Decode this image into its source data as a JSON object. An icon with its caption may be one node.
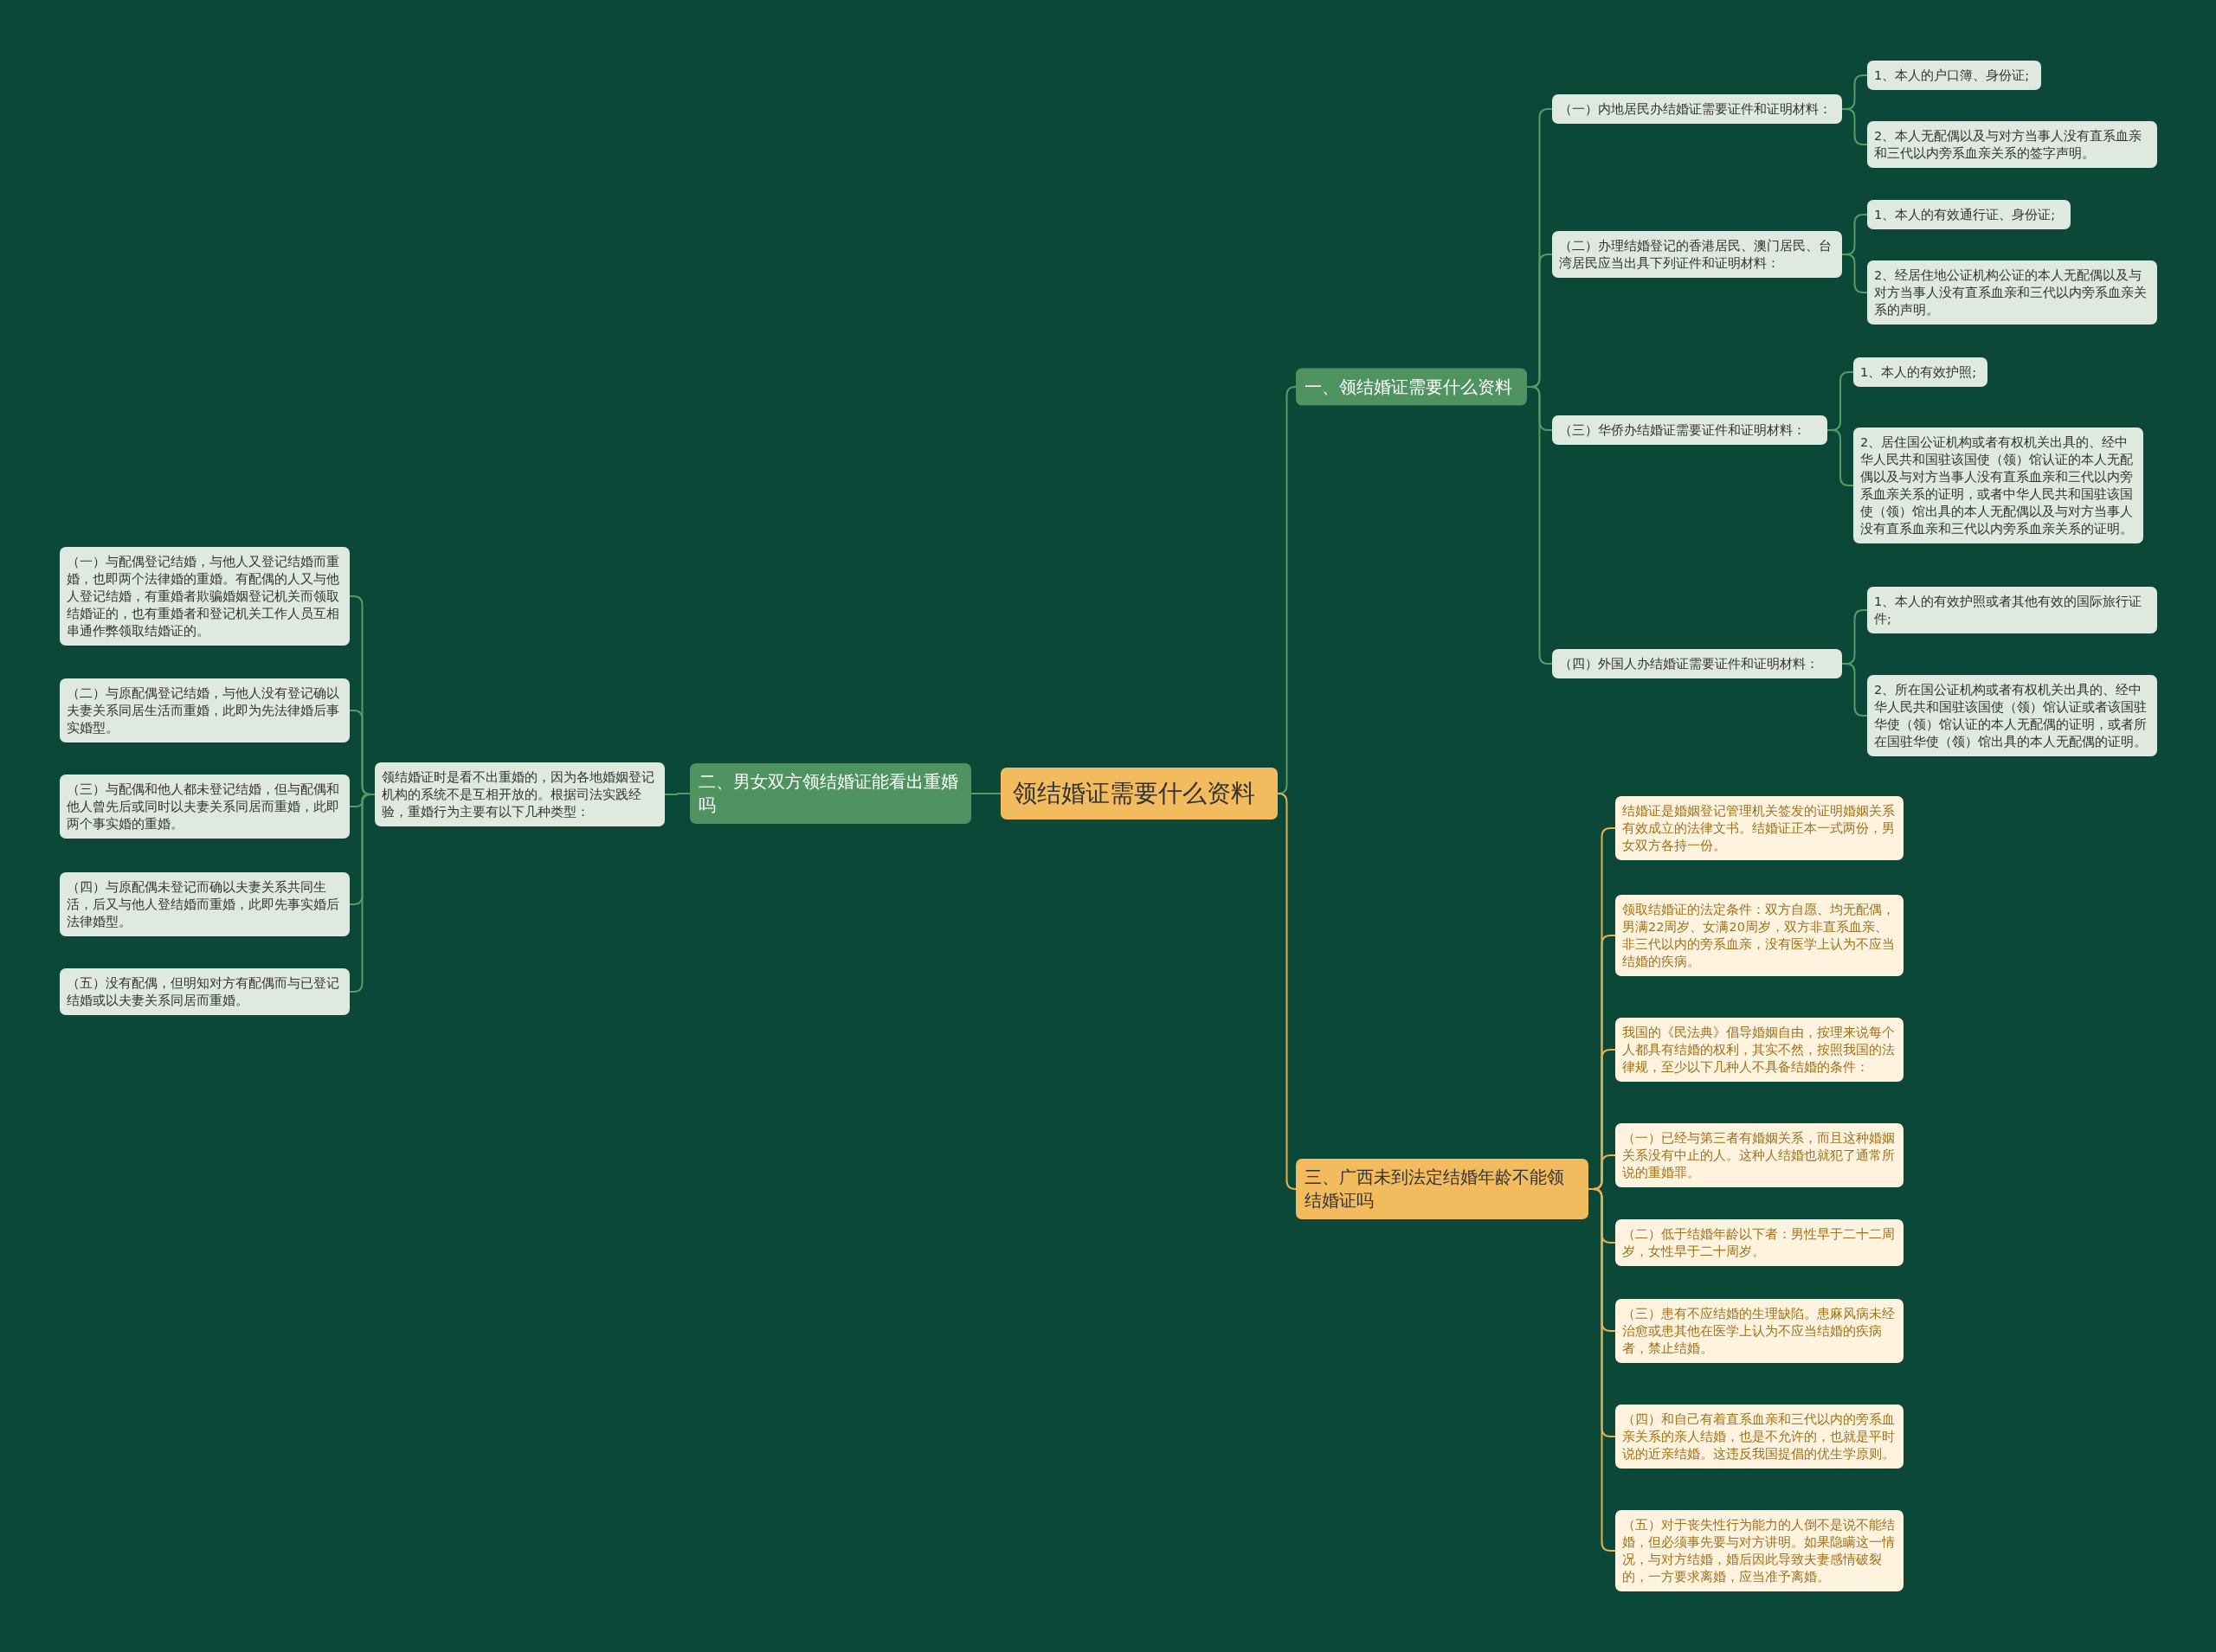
{
  "diagram": {
    "nodes": [
      {
        "text": [
          "领结婚证需要什么资料"
        ]
      },
      {
        "text": [
          "一、领结婚证需要什么资料"
        ]
      },
      {
        "text": [
          "（一）内地居民办结婚证需要证件和证明材料："
        ]
      },
      {
        "text": [
          "1、本人的户口簿、身份证;"
        ]
      },
      {
        "text": [
          "2、本人无配偶以及与对方当事人没有直系血亲和三代以内旁系血亲关系的签字声明。"
        ]
      },
      {
        "text": [
          "（二）办理结婚登记的香港居民、澳门居民、台湾居民应当出具下列证件和证明材料："
        ]
      },
      {
        "text": [
          "1、本人的有效通行证、身份证;"
        ]
      },
      {
        "text": [
          "2、经居住地公证机构公证的本人无配偶以及与对方当事人没有直系血亲和三代以内旁系血亲关系的声明。"
        ]
      },
      {
        "text": [
          "（三）华侨办结婚证需要证件和证明材料："
        ]
      },
      {
        "text": [
          "1、本人的有效护照;"
        ]
      },
      {
        "text": [
          "2、居住国公证机构或者有权机关出具的、经中华人民共和国驻该国使（领）馆认证的本人无配偶以及与对方当事人没有直系血亲和三代以内旁系血亲关系的证明，或者中华人民共和国驻该国使（领）馆出具的本人无配偶以及与对方当事人没有直系血亲和三代以内旁系血亲关系的证明。"
        ]
      },
      {
        "text": [
          "（四）外国人办结婚证需要证件和证明材料："
        ]
      },
      {
        "text": [
          "1、本人的有效护照或者其他有效的国际旅行证件;"
        ]
      },
      {
        "text": [
          "2、所在国公证机构或者有权机关出具的、经中华人民共和国驻该国使（领）馆认证或者该国驻华使（领）馆认证的本人无配偶的证明，或者所在国驻华使（领）馆出具的本人无配偶的证明。"
        ]
      },
      {
        "text": [
          "二、男女双方领结婚证能看出重婚吗"
        ]
      },
      {
        "text": [
          "领结婚证时是看不出重婚的，因为各地婚姻登记机构的系统不是互相开放的。根据司法实践经验，重婚行为主要有以下几种类型："
        ]
      },
      {
        "text": [
          "（一）与配偶登记结婚，与他人又登记结婚而重婚，也即两个法律婚的重婚。有配偶的人又与他人登记结婚，有重婚者欺骗婚姻登记机关而领取结婚证的，也有重婚者和登记机关工作人员互相串通作弊领取结婚证的。"
        ]
      },
      {
        "text": [
          "（二）与原配偶登记结婚，与他人没有登记确以夫妻关系同居生活而重婚，此即为先法律婚后事实婚型。"
        ]
      },
      {
        "text": [
          "（三）与配偶和他人都未登记结婚，但与配偶和他人曾先后或同时以夫妻关系同居而重婚，此即两个事实婚的重婚。"
        ]
      },
      {
        "text": [
          "（四）与原配偶未登记而确以夫妻关系共同生活，后又与他人登结婚而重婚，此即先事实婚后法律婚型。"
        ]
      },
      {
        "text": [
          "（五）没有配偶，但明知对方有配偶而与已登记结婚或以夫妻关系同居而重婚。"
        ]
      },
      {
        "text": [
          "三、广西未到法定结婚年龄不能领结婚证吗"
        ]
      },
      {
        "text": [
          "结婚证是婚姻登记管理机关签发的证明婚姻关系有效成立的法律文书。结婚证正本一式两份，男女双方各持一份。"
        ]
      },
      {
        "text": [
          "领取结婚证的法定条件：双方自愿、均无配偶，男满22周岁、女满20周岁，双方非直系血亲、非三代以内的旁系血亲，没有医学上认为不应当结婚的疾病。"
        ]
      },
      {
        "text": [
          "我国的《民法典》倡导婚姻自由，按理来说每个人都具有结婚的权利，其实不然，按照我国的法律规，至少以下几种人不具备结婚的条件："
        ]
      },
      {
        "text": [
          "（一）已经与第三者有婚姻关系，而且这种婚姻关系没有中止的人。这种人结婚也就犯了通常所说的重婚罪。"
        ]
      },
      {
        "text": [
          "（二）低于结婚年龄以下者：男性早于二十二周岁，女性早于二十周岁。"
        ]
      },
      {
        "text": [
          "（三）患有不应结婚的生理缺陷。患麻风病未经治愈或患其他在医学上认为不应当结婚的疾病者，禁止结婚。"
        ]
      },
      {
        "text": [
          "（四）和自己有着直系血亲和三代以内的旁系血亲关系的亲人结婚，也是不允许的，也就是平时说的近亲结婚。这违反我国提倡的优生学原则。"
        ]
      },
      {
        "text": [
          "（五）对于丧失性行为能力的人倒不是说不能结婚，但必须事先要与对方讲明。如果隐瞒这一情况，与对方结婚，婚后因此导致夫妻感情破裂的，一方要求离婚，应当准予离婚。"
        ]
      }
    ],
    "edges": [
      {
        "from": 0,
        "to": 1,
        "arrow": "none"
      },
      {
        "from": 1,
        "to": 2,
        "arrow": "none"
      },
      {
        "from": 2,
        "to": 3,
        "arrow": "none"
      },
      {
        "from": 2,
        "to": 4,
        "arrow": "none"
      },
      {
        "from": 1,
        "to": 5,
        "arrow": "none"
      },
      {
        "from": 5,
        "to": 6,
        "arrow": "none"
      },
      {
        "from": 5,
        "to": 7,
        "arrow": "none"
      },
      {
        "from": 1,
        "to": 8,
        "arrow": "none"
      },
      {
        "from": 8,
        "to": 9,
        "arrow": "none"
      },
      {
        "from": 8,
        "to": 10,
        "arrow": "none"
      },
      {
        "from": 1,
        "to": 11,
        "arrow": "none"
      },
      {
        "from": 11,
        "to": 12,
        "arrow": "none"
      },
      {
        "from": 11,
        "to": 13,
        "arrow": "none"
      },
      {
        "from": 0,
        "to": 14,
        "arrow": "none"
      },
      {
        "from": 14,
        "to": 15,
        "arrow": "none"
      },
      {
        "from": 15,
        "to": 16,
        "arrow": "none"
      },
      {
        "from": 15,
        "to": 17,
        "arrow": "none"
      },
      {
        "from": 15,
        "to": 18,
        "arrow": "none"
      },
      {
        "from": 15,
        "to": 19,
        "arrow": "none"
      },
      {
        "from": 15,
        "to": 20,
        "arrow": "none"
      },
      {
        "from": 0,
        "to": 21,
        "arrow": "none",
        "color": "#e8b04f"
      },
      {
        "from": 21,
        "to": 22,
        "arrow": "none",
        "color": "#e8b04f"
      },
      {
        "from": 21,
        "to": 23,
        "arrow": "none",
        "color": "#e8b04f"
      },
      {
        "from": 21,
        "to": 24,
        "arrow": "none",
        "color": "#e8b04f"
      },
      {
        "from": 21,
        "to": 25,
        "arrow": "none",
        "color": "#e8b04f"
      },
      {
        "from": 21,
        "to": 26,
        "arrow": "none",
        "color": "#e8b04f"
      },
      {
        "from": 21,
        "to": 27,
        "arrow": "none",
        "color": "#e8b04f"
      },
      {
        "from": 21,
        "to": 28,
        "arrow": "none",
        "color": "#e8b04f"
      },
      {
        "from": 21,
        "to": 29,
        "arrow": "none",
        "color": "#e8b04f"
      }
    ]
  }
}
